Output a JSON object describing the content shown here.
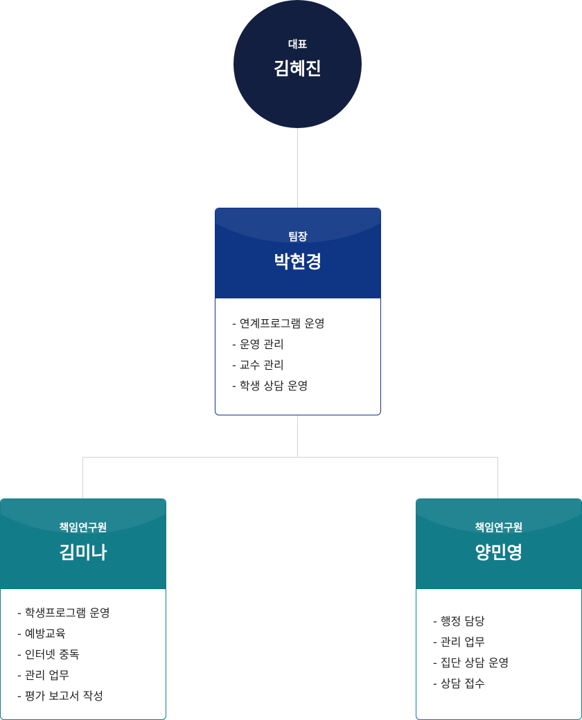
{
  "ceo": {
    "role": "대표",
    "name": "김혜진"
  },
  "team_leader": {
    "role": "팀장",
    "name": "박현경",
    "duties": [
      "연계프로그램 운영",
      "운영 관리",
      "교수 관리",
      "학생 상담 운영"
    ]
  },
  "researchers": [
    {
      "role": "책임연구원",
      "name": "김미나",
      "duties": [
        "학생프로그램 운영",
        "예방교육",
        "인터넷 중독",
        "관리 업무",
        "평가 보고서 작성"
      ]
    },
    {
      "role": "책임연구원",
      "name": "양민영",
      "duties": [
        "행정 담당",
        "관리 업무",
        "집단 상담 운영",
        "상담 접수"
      ]
    }
  ],
  "colors": {
    "ceo": "#121f40",
    "leader": "#0f3585",
    "researcher": "#137c89",
    "connector": "#d2d2d2"
  }
}
